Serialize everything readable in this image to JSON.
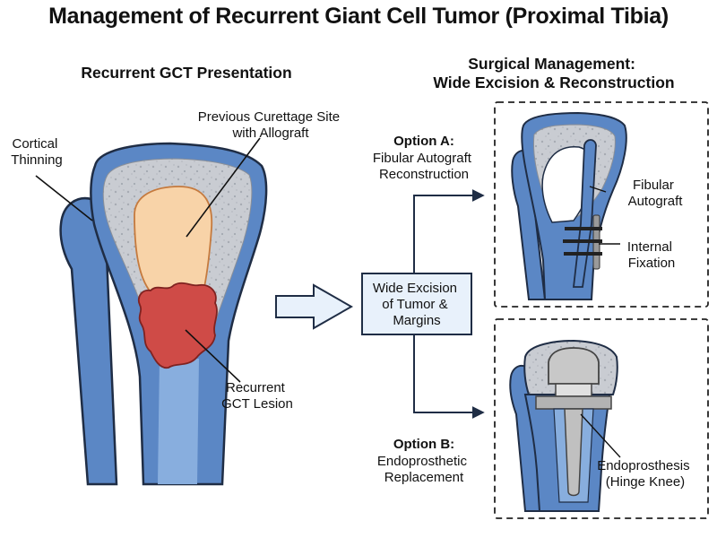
{
  "title": "Management of Recurrent Giant Cell Tumor (Proximal Tibia)",
  "left_panel": {
    "heading": "Recurrent GCT Presentation",
    "labels": {
      "cortical_thinning": [
        "Cortical",
        "Thinning"
      ],
      "curettage_site": [
        "Previous Curettage Site",
        "with Allograft"
      ],
      "recurrent_lesion": [
        "Recurrent",
        "GCT Lesion"
      ]
    }
  },
  "center_box": {
    "lines": [
      "Wide Excision",
      "of Tumor &",
      "Margins"
    ]
  },
  "right_panel": {
    "heading": [
      "Surgical Management:",
      "Wide Excision & Reconstruction"
    ],
    "option_a": {
      "title": "Option A:",
      "desc": [
        "Fibular Autograft",
        "Reconstruction"
      ],
      "labels": {
        "fibular_autograft": [
          "Fibular",
          "Autograft"
        ],
        "internal_fixation": [
          "Internal",
          "Fixation"
        ]
      }
    },
    "option_b": {
      "title": "Option B:",
      "desc": [
        "Endoprosthetic",
        "Replacement"
      ],
      "labels": {
        "endoprosthesis": [
          "Endoprosthesis",
          "(Hinge Knee)"
        ]
      }
    }
  },
  "colors": {
    "bone_blue": "#5b87c5",
    "cancellous_grey": "#c9ccd2",
    "allograft": "#f8d3a8",
    "lesion": "#cf4b47",
    "outline": "#1f2d45",
    "arrow_fill": "#e8f1fb",
    "implant_grey": "#b3b3b3"
  }
}
